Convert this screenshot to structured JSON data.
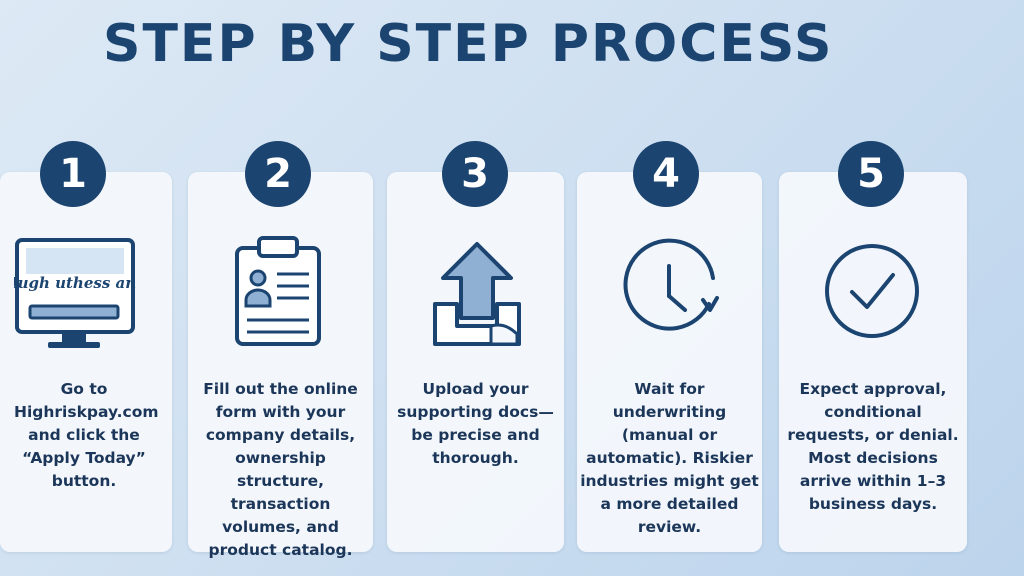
{
  "title": "STEP BY STEP PROCESS",
  "steps": [
    {
      "number": "1",
      "icon": "monitor-icon",
      "screen_text": "Hugh uthess and",
      "text": "Go to Highriskpay.com and click the “Apply Today” button."
    },
    {
      "number": "2",
      "icon": "clipboard-form-icon",
      "text": "Fill out the online form with your company details, ownership structure, transaction volumes, and product catalog."
    },
    {
      "number": "3",
      "icon": "upload-icon",
      "text": "Upload your supporting docs—be precise and thorough."
    },
    {
      "number": "4",
      "icon": "clock-icon",
      "text": "Wait for underwriting (manual or automatic). Riskier industries might get a more detailed review."
    },
    {
      "number": "5",
      "icon": "checkmark-circle-icon",
      "text": "Expect approval, conditional requests, or denial. Most decisions arrive within 1–3 business days."
    }
  ],
  "colors": {
    "primary": "#1b4470",
    "text": "#1b3658",
    "card": "#f4f8fc",
    "background": "#cfe0f1"
  }
}
